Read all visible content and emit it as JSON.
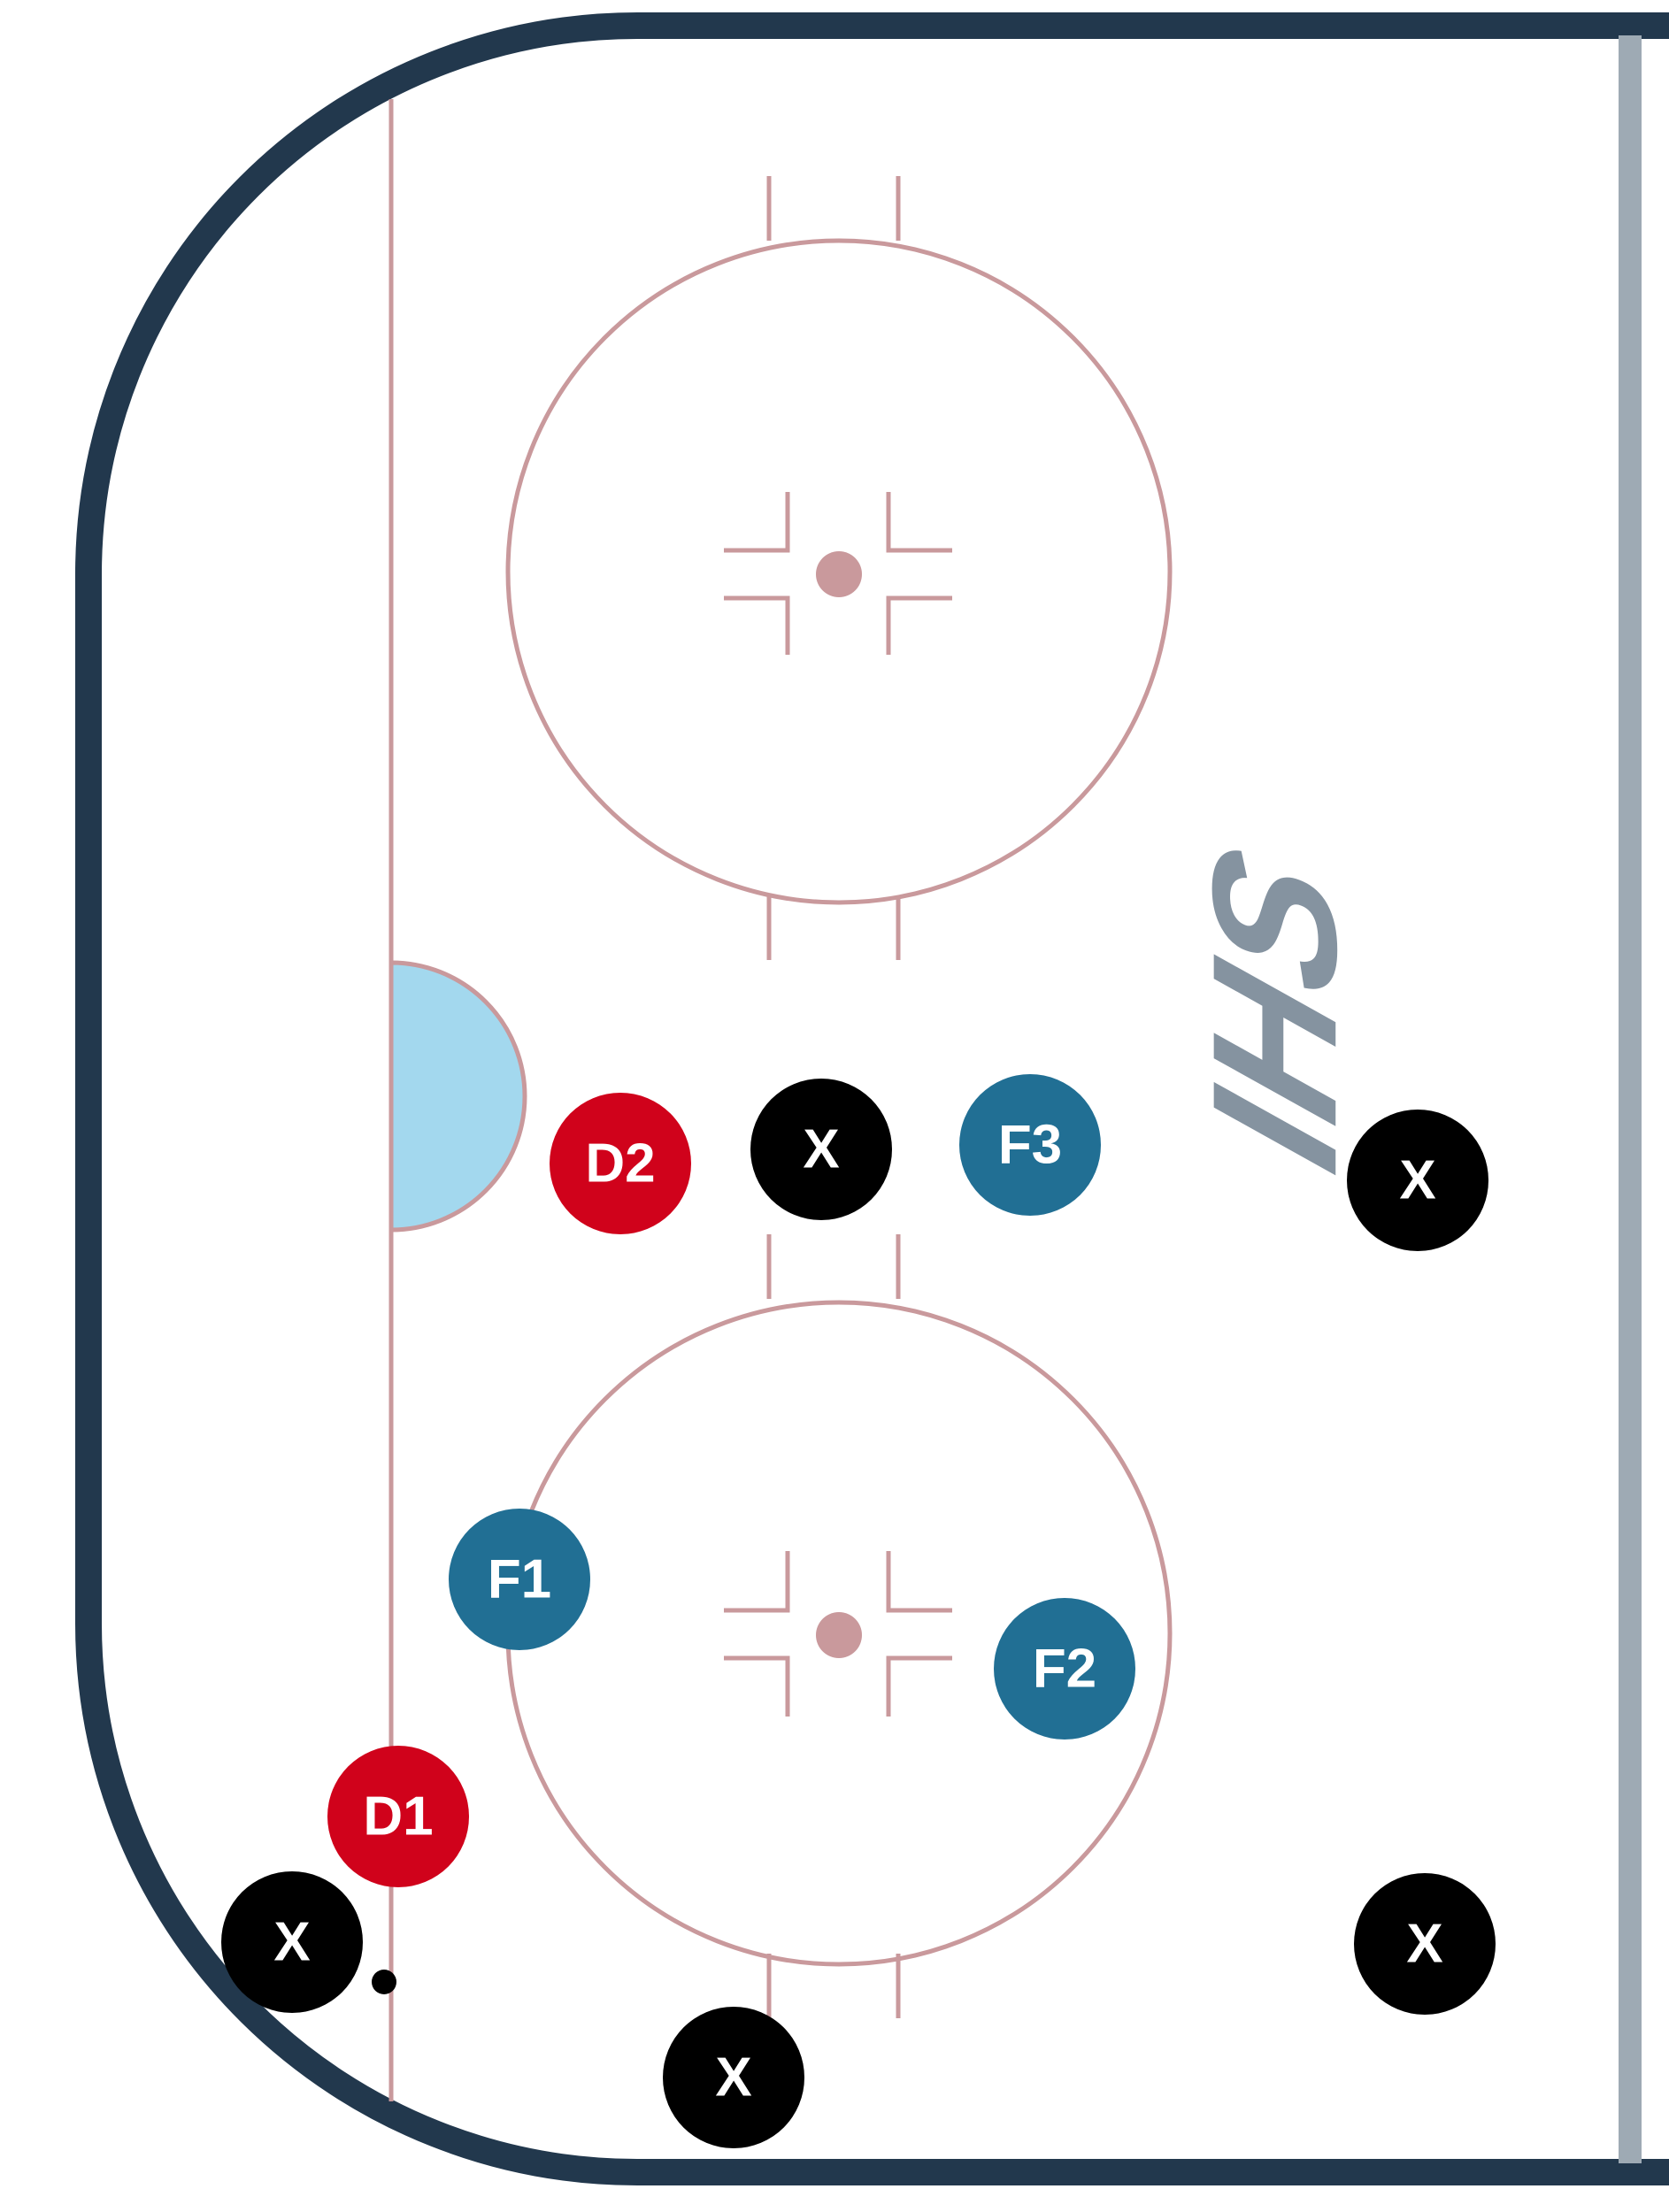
{
  "diagram": {
    "logo_text": "IHS",
    "colors": {
      "boards": "#22384d",
      "red_line": "#c9999c",
      "crease": "#a3d8ee",
      "center_line": "#9eaab4",
      "opponent": "#000000",
      "defense": "#d0021b",
      "forward": "#216f94"
    },
    "players": {
      "d1": "D1",
      "d2": "D2",
      "f1": "F1",
      "f2": "F2",
      "f3": "F3",
      "x1": "X",
      "x2": "X",
      "x3": "X",
      "x4": "X",
      "x5": "X"
    }
  }
}
